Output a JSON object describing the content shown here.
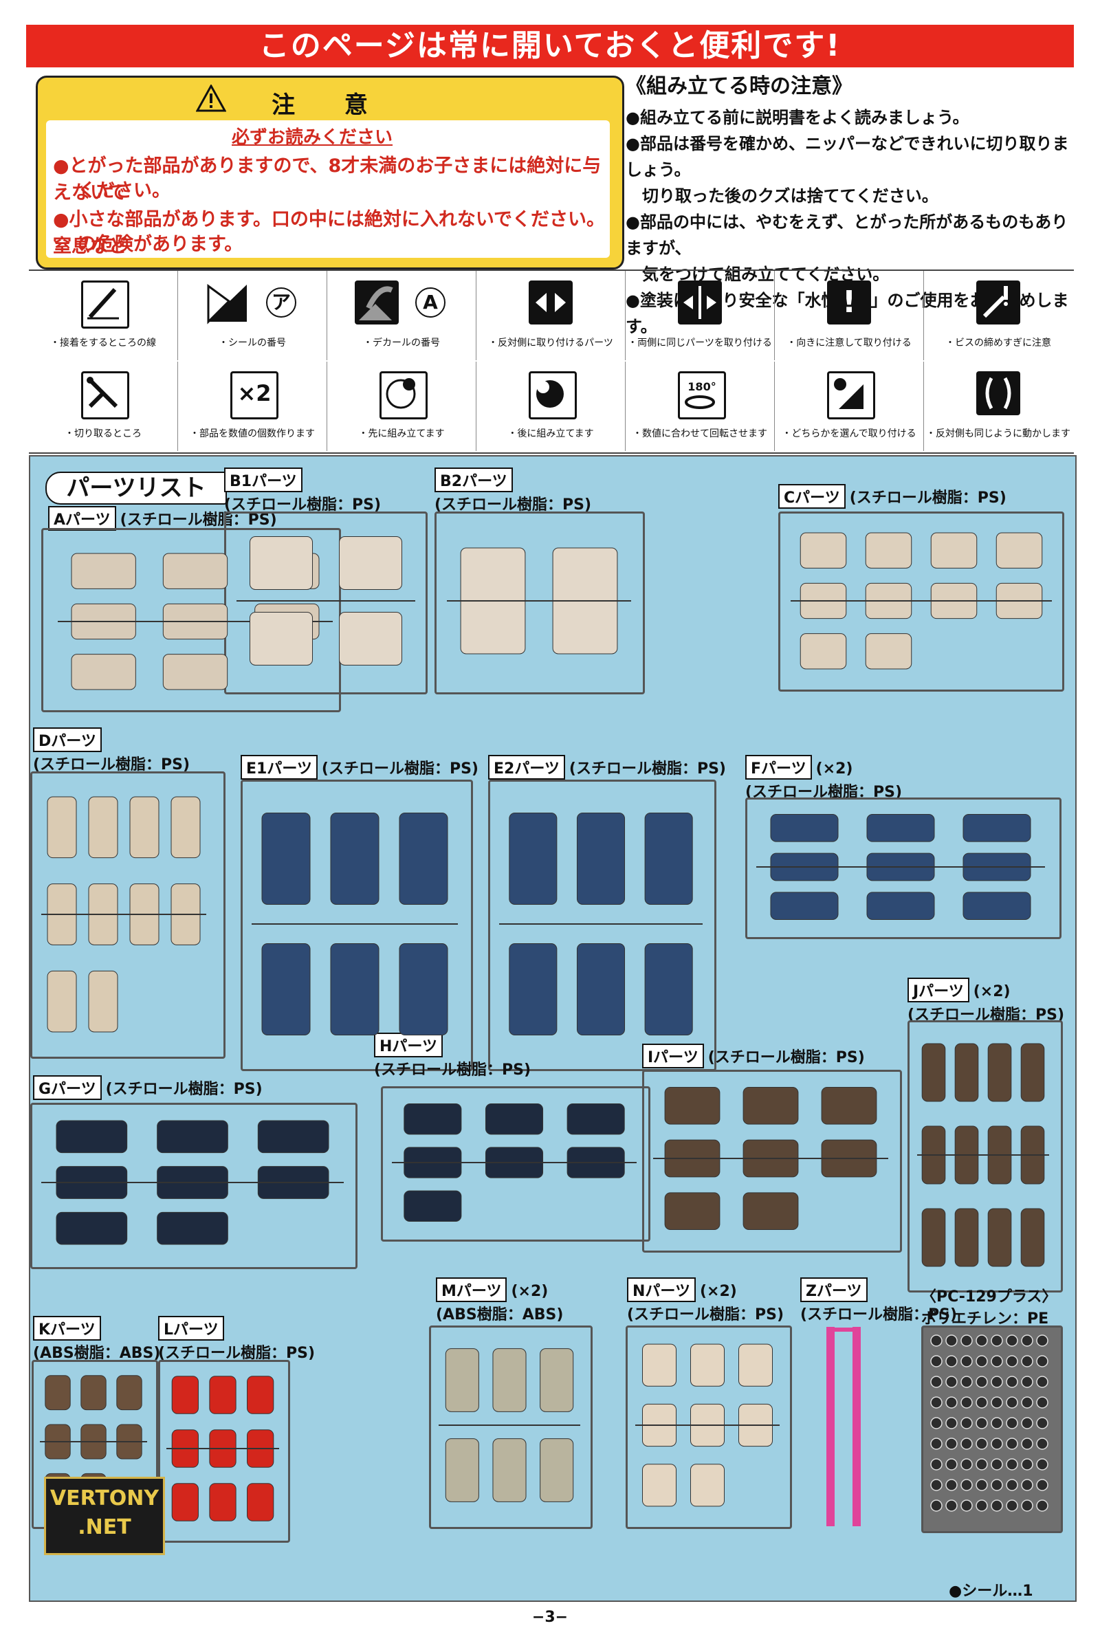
{
  "header": {
    "banner": "このページは常に開いておくと便利です!"
  },
  "caution": {
    "title": "注 意",
    "subtitle": "必ずお読みください",
    "lines": [
      "●とがった部品がありますので、8才未満のお子さまには絶対に与えないで",
      "ください。",
      "●小さな部品があります。口の中には絶対に入れないでください。窒息など",
      "の危険があります。"
    ]
  },
  "assembly_notes": {
    "title": "《組み立てる時の注意》",
    "items": [
      "●組み立てる前に説明書をよく読みましょう。",
      "●部品は番号を確かめ、ニッパーなどできれいに切り取りましょう。",
      "切り取った後のクズは捨ててください。",
      "●部品の中には、やむをえず、とがった所があるものもありますが、",
      "気をつけて組み立ててください。",
      "●塗装にはより安全な「水性塗料」のご使用をおすすめします。"
    ]
  },
  "legend": {
    "row1": [
      {
        "icon": "brush-icon",
        "label": "・接着をするところの線"
      },
      {
        "icon": "sticker-icon",
        "label": "・シールの番号",
        "glyph": "ア"
      },
      {
        "icon": "decal-icon",
        "label": "・デカールの番号",
        "glyph": "A"
      },
      {
        "icon": "opposite-side-icon",
        "label": "・反対側に取り付けるパーツ"
      },
      {
        "icon": "both-sides-icon",
        "label": "・両側に同じパーツを取り付ける"
      },
      {
        "icon": "exclamation-icon",
        "label": "・向きに注意して取り付ける",
        "glyph": "!"
      },
      {
        "icon": "screw-icon",
        "label": "・ビスの締めすぎに注意"
      }
    ],
    "row2": [
      {
        "icon": "nipper-icon",
        "label": "・切り取るところ"
      },
      {
        "icon": "times-two-icon",
        "label": "・部品を数値の個数作ります",
        "glyph": "×2"
      },
      {
        "icon": "assemble-first-icon",
        "label": "・先に組み立てます"
      },
      {
        "icon": "assemble-later-icon",
        "label": "・後に組み立てます"
      },
      {
        "icon": "rotate-180-icon",
        "label": "・数値に合わせて回転させます",
        "glyph": "180°"
      },
      {
        "icon": "choose-icon",
        "label": "・どちらかを選んで取り付ける"
      },
      {
        "icon": "same-motion-icon",
        "label": "・反対側も同じように動かします"
      }
    ]
  },
  "parts": {
    "title": "パーツリスト",
    "runners": [
      {
        "id": "A",
        "tag": "Aパーツ",
        "material": "(スチロール樹脂：PS)",
        "color": "#d8cbb8"
      },
      {
        "id": "B1",
        "tag": "B1パーツ",
        "material": "(スチロール樹脂：PS)",
        "color": "#e3d8c9"
      },
      {
        "id": "B2",
        "tag": "B2パーツ",
        "material": "(スチロール樹脂：PS)",
        "color": "#e3d8c9"
      },
      {
        "id": "C",
        "tag": "Cパーツ",
        "material": "(スチロール樹脂：PS)",
        "color": "#ddd0bd"
      },
      {
        "id": "D",
        "tag": "Dパーツ",
        "material": "(スチロール樹脂：PS)",
        "color": "#dacbb3"
      },
      {
        "id": "E1",
        "tag": "E1パーツ",
        "material": "(スチロール樹脂：PS)",
        "color": "#2e4a73"
      },
      {
        "id": "E2",
        "tag": "E2パーツ",
        "material": "(スチロール樹脂：PS)",
        "color": "#2e4a73"
      },
      {
        "id": "F",
        "tag": "Fパーツ",
        "qty": "(×2)",
        "material": "(スチロール樹脂：PS)",
        "color": "#2e4a73"
      },
      {
        "id": "G",
        "tag": "Gパーツ",
        "material": "(スチロール樹脂：PS)",
        "color": "#1e2a3e"
      },
      {
        "id": "H",
        "tag": "Hパーツ",
        "material": "(スチロール樹脂：PS)",
        "color": "#1e2a3e"
      },
      {
        "id": "I",
        "tag": "Iパーツ",
        "material": "(スチロール樹脂：PS)",
        "color": "#5a4636"
      },
      {
        "id": "J",
        "tag": "Jパーツ",
        "qty": "(×2)",
        "material": "(スチロール樹脂：PS)",
        "color": "#5a4636"
      },
      {
        "id": "K",
        "tag": "Kパーツ",
        "material": "(ABS樹脂：ABS)",
        "color": "#6b513c"
      },
      {
        "id": "L",
        "tag": "Lパーツ",
        "material": "(スチロール樹脂：PS)",
        "color": "#d3261c"
      },
      {
        "id": "M",
        "tag": "Mパーツ",
        "qty": "(×2)",
        "material": "(ABS樹脂：ABS)",
        "color": "#b9b49e"
      },
      {
        "id": "N",
        "tag": "Nパーツ",
        "qty": "(×2)",
        "material": "(スチロール樹脂：PS)",
        "color": "#e4d6c2"
      },
      {
        "id": "Z",
        "tag": "Zパーツ",
        "material": "(スチロール樹脂：PS)",
        "color": "#e0449a"
      },
      {
        "id": "PC",
        "tag": "〈PC-129プラス〉",
        "material": "ポリエチレン：PE",
        "color": "#3a3a3a"
      }
    ],
    "seal": "●シール…1"
  },
  "watermark": {
    "text": "VERTONY .NET"
  },
  "footer": {
    "page": "−3−"
  }
}
